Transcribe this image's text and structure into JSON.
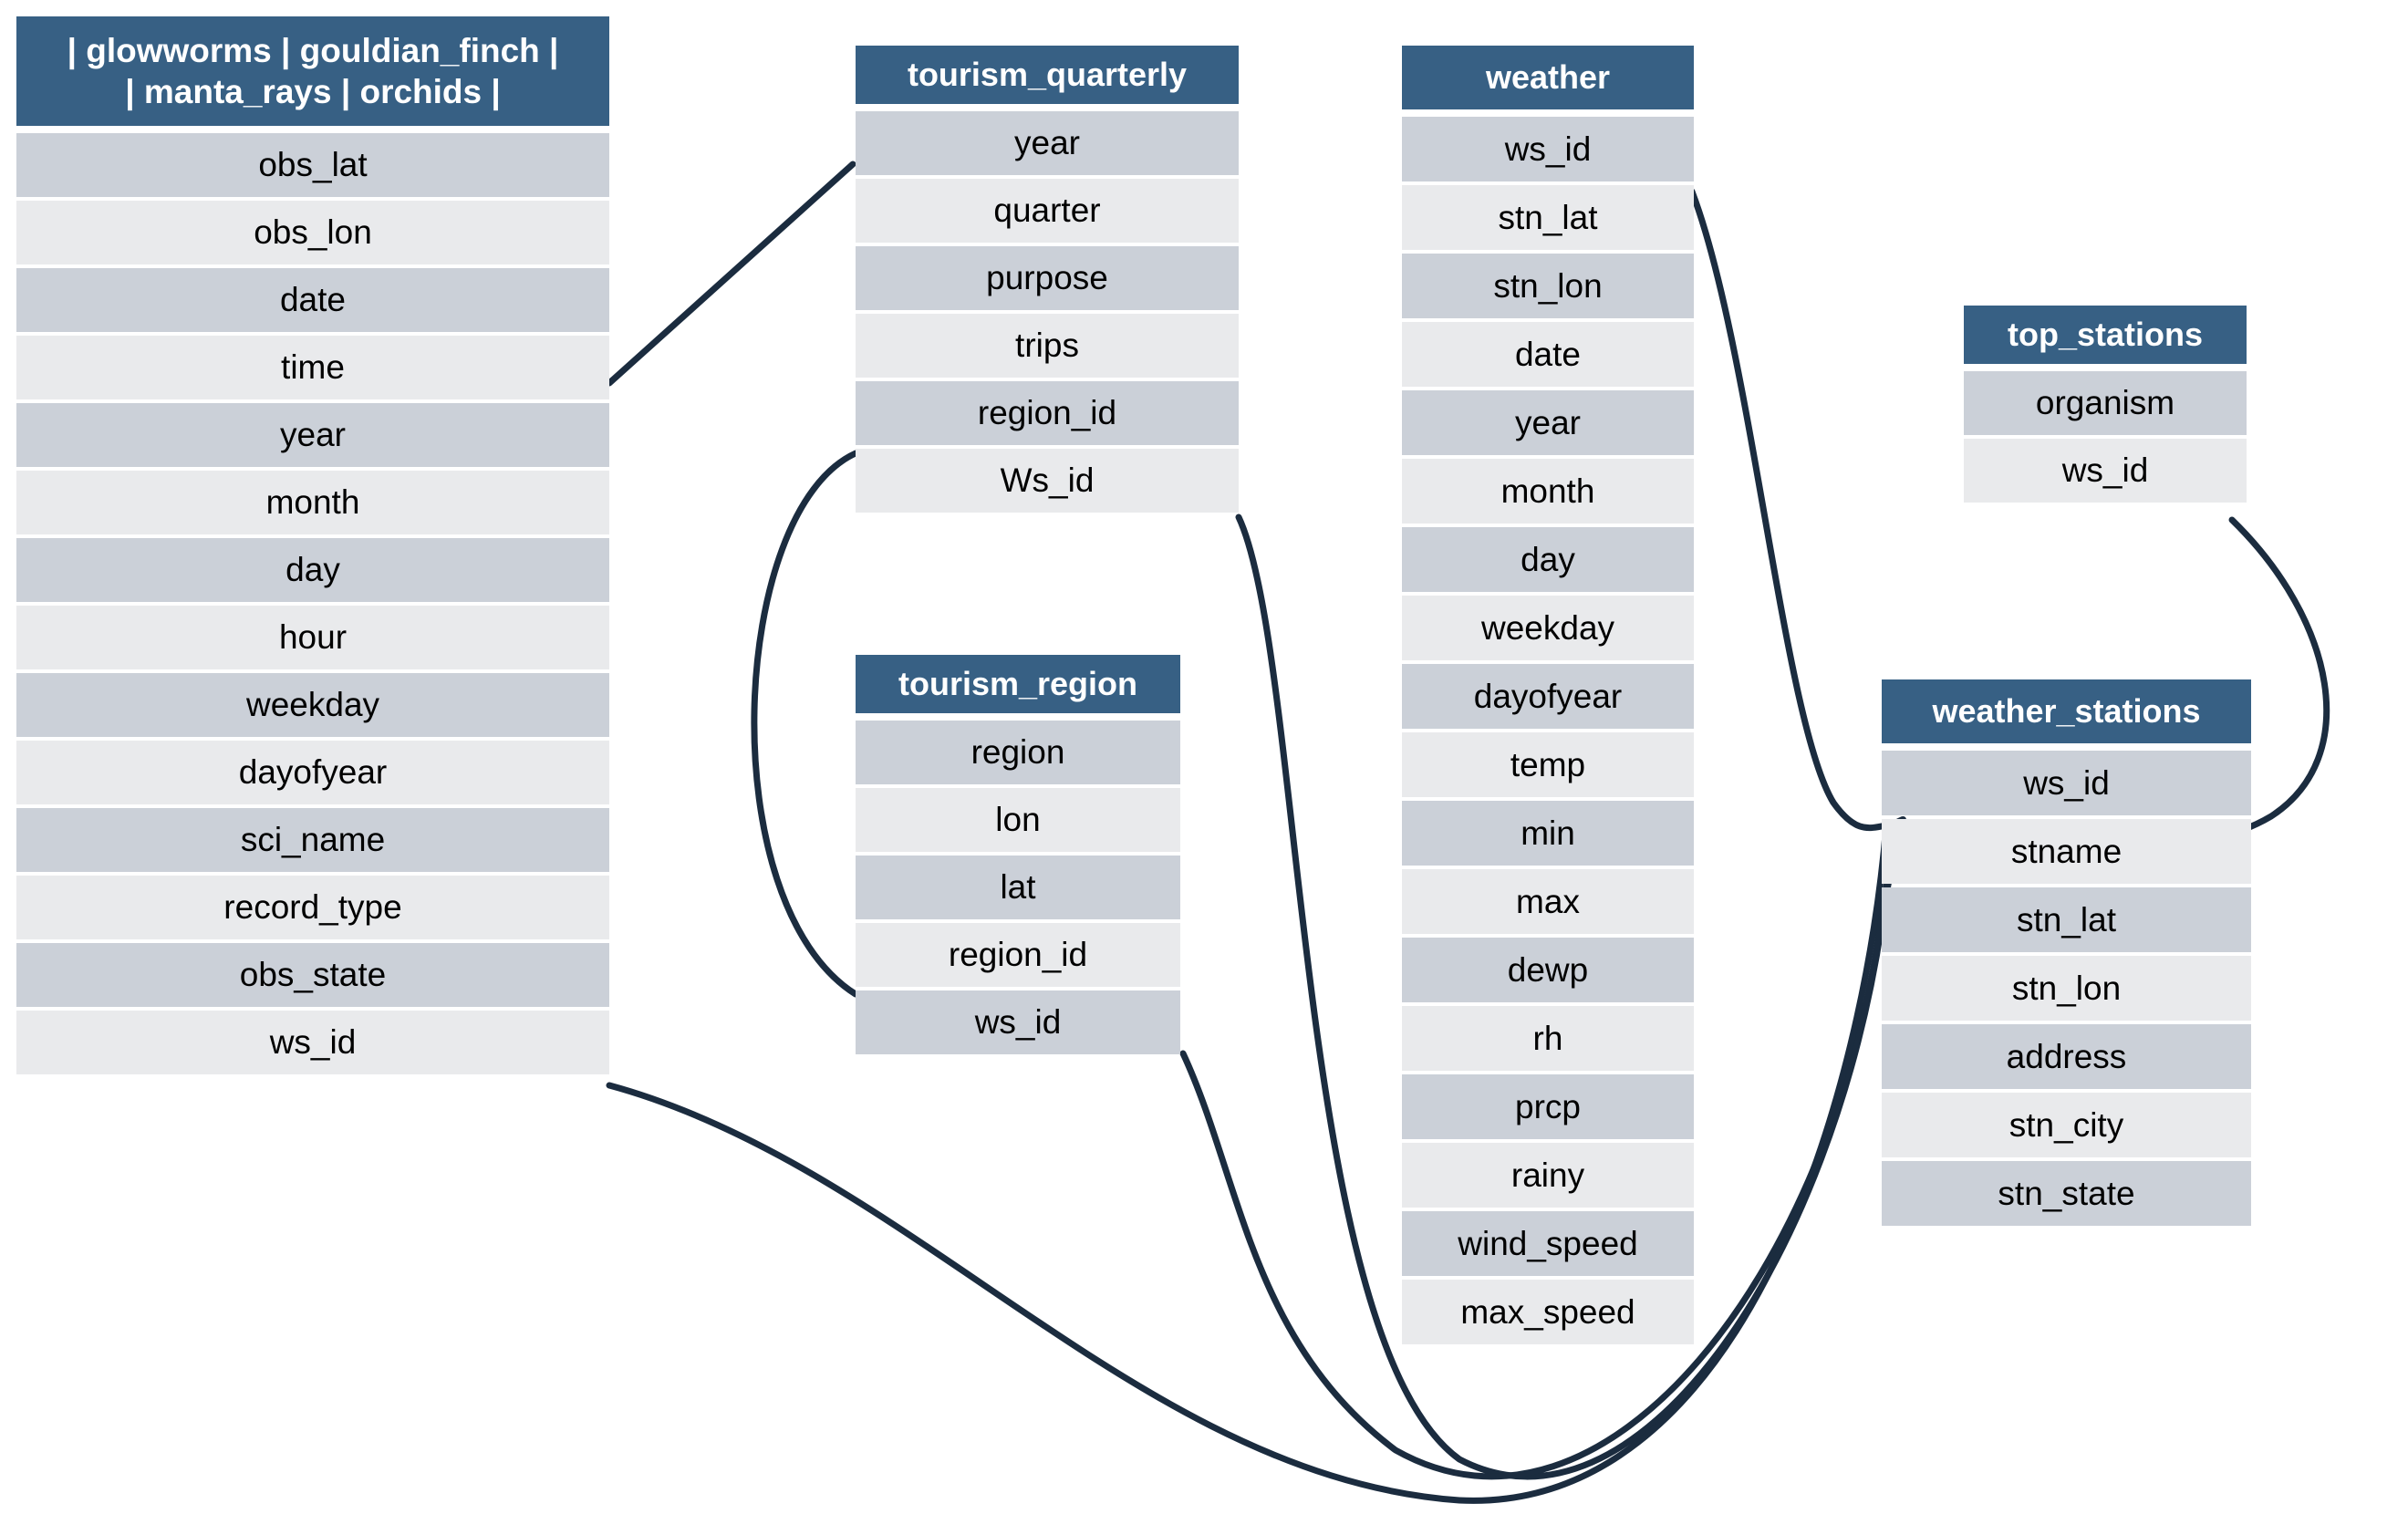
{
  "diagram": {
    "title": "database-schema-er-diagram",
    "colors": {
      "header_bg": "#376084",
      "header_text": "#ffffff",
      "row_dark": "#cbd0d8",
      "row_light": "#e9eaec",
      "link_stroke": "#1b2c3f",
      "background": "#ffffff",
      "field_text": "#000000"
    },
    "tables": [
      {
        "id": "organisms",
        "name": "| glowworms | gouldian_finch |\n| manta_rays | orchids |",
        "name_line1": "| glowworms | gouldian_finch |",
        "name_line2": "| manta_rays | orchids |",
        "fields": [
          "obs_lat",
          "obs_lon",
          "date",
          "time",
          "year",
          "month",
          "day",
          "hour",
          "weekday",
          "dayofyear",
          "sci_name",
          "record_type",
          "obs_state",
          "ws_id"
        ]
      },
      {
        "id": "tourism_quarterly",
        "name": "tourism_quarterly",
        "fields": [
          "year",
          "quarter",
          "purpose",
          "trips",
          "region_id",
          "Ws_id"
        ]
      },
      {
        "id": "tourism_region",
        "name": "tourism_region",
        "fields": [
          "region",
          "lon",
          "lat",
          "region_id",
          "ws_id"
        ]
      },
      {
        "id": "weather",
        "name": "weather",
        "fields": [
          "ws_id",
          "stn_lat",
          "stn_lon",
          "date",
          "year",
          "month",
          "day",
          "weekday",
          "dayofyear",
          "temp",
          "min",
          "max",
          "dewp",
          "rh",
          "prcp",
          "rainy",
          "wind_speed",
          "max_speed"
        ]
      },
      {
        "id": "top_stations",
        "name": "top_stations",
        "fields": [
          "organism",
          "ws_id"
        ]
      },
      {
        "id": "weather_stations",
        "name": "weather_stations",
        "fields": [
          "ws_id",
          "stname",
          "stn_lat",
          "stn_lon",
          "address",
          "stn_city",
          "stn_state"
        ]
      }
    ],
    "relationships": [
      {
        "from": "organisms.time",
        "to": "tourism_quarterly.year"
      },
      {
        "from": "tourism_quarterly.region_id",
        "to": "tourism_region.region_id"
      },
      {
        "from": "tourism_quarterly.Ws_id",
        "to": "weather_stations.ws_id"
      },
      {
        "from": "tourism_region.ws_id",
        "to": "weather_stations.ws_id"
      },
      {
        "from": "organisms.ws_id",
        "to": "weather_stations.ws_id"
      },
      {
        "from": "weather.ws_id",
        "to": "weather_stations.ws_id"
      },
      {
        "from": "top_stations.ws_id",
        "to": "weather_stations.ws_id"
      }
    ]
  }
}
